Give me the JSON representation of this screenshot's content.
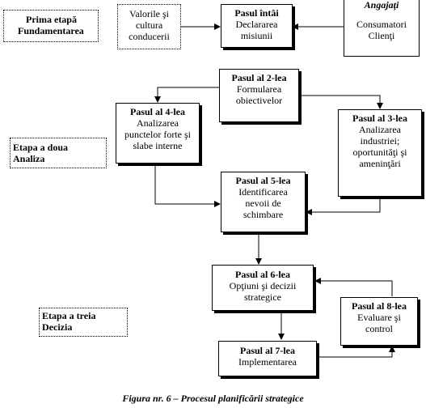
{
  "stages": {
    "stage1": [
      "Prima etapă",
      "Fundamentarea"
    ],
    "stage2": [
      "Etapa a doua",
      "Analiza"
    ],
    "stage3": [
      "Etapa a treia",
      "Decizia"
    ]
  },
  "boxes": {
    "values": [
      "Valorile şi",
      "cultura",
      "conducerii"
    ],
    "step1": {
      "head": "Pasul întâi",
      "body": [
        "Declararea",
        "misiunii"
      ]
    },
    "stakeholders": {
      "head": "Angajaţi",
      "body": [
        "Consumatori",
        "Clienţi"
      ]
    },
    "step2": {
      "head": "Pasul al 2-lea",
      "body": [
        "Formularea",
        "obiectivelor"
      ]
    },
    "step4": {
      "head": "Pasul al 4-lea",
      "body": [
        "Analizarea",
        "punctelor forte şi",
        "slabe interne"
      ]
    },
    "step3": {
      "head": "Pasul al 3-lea",
      "body": [
        "Analizarea",
        "industriei;",
        "oportunităţi şi",
        "ameninţări"
      ]
    },
    "step5": {
      "head": "Pasul al 5-lea",
      "body": [
        "Identificarea",
        "nevoii de",
        "schimbare"
      ]
    },
    "step6": {
      "head": "Pasul al 6-lea",
      "body": [
        "Opţiuni şi decizii",
        "strategice"
      ]
    },
    "step8": {
      "head": "Pasul al 8-lea",
      "body": [
        "Evaluare şi",
        "control"
      ]
    },
    "step7": {
      "head": "Pasul al 7-lea",
      "body": [
        "Implementarea"
      ]
    }
  },
  "caption": "Figura nr. 6 – Procesul planificării strategice"
}
